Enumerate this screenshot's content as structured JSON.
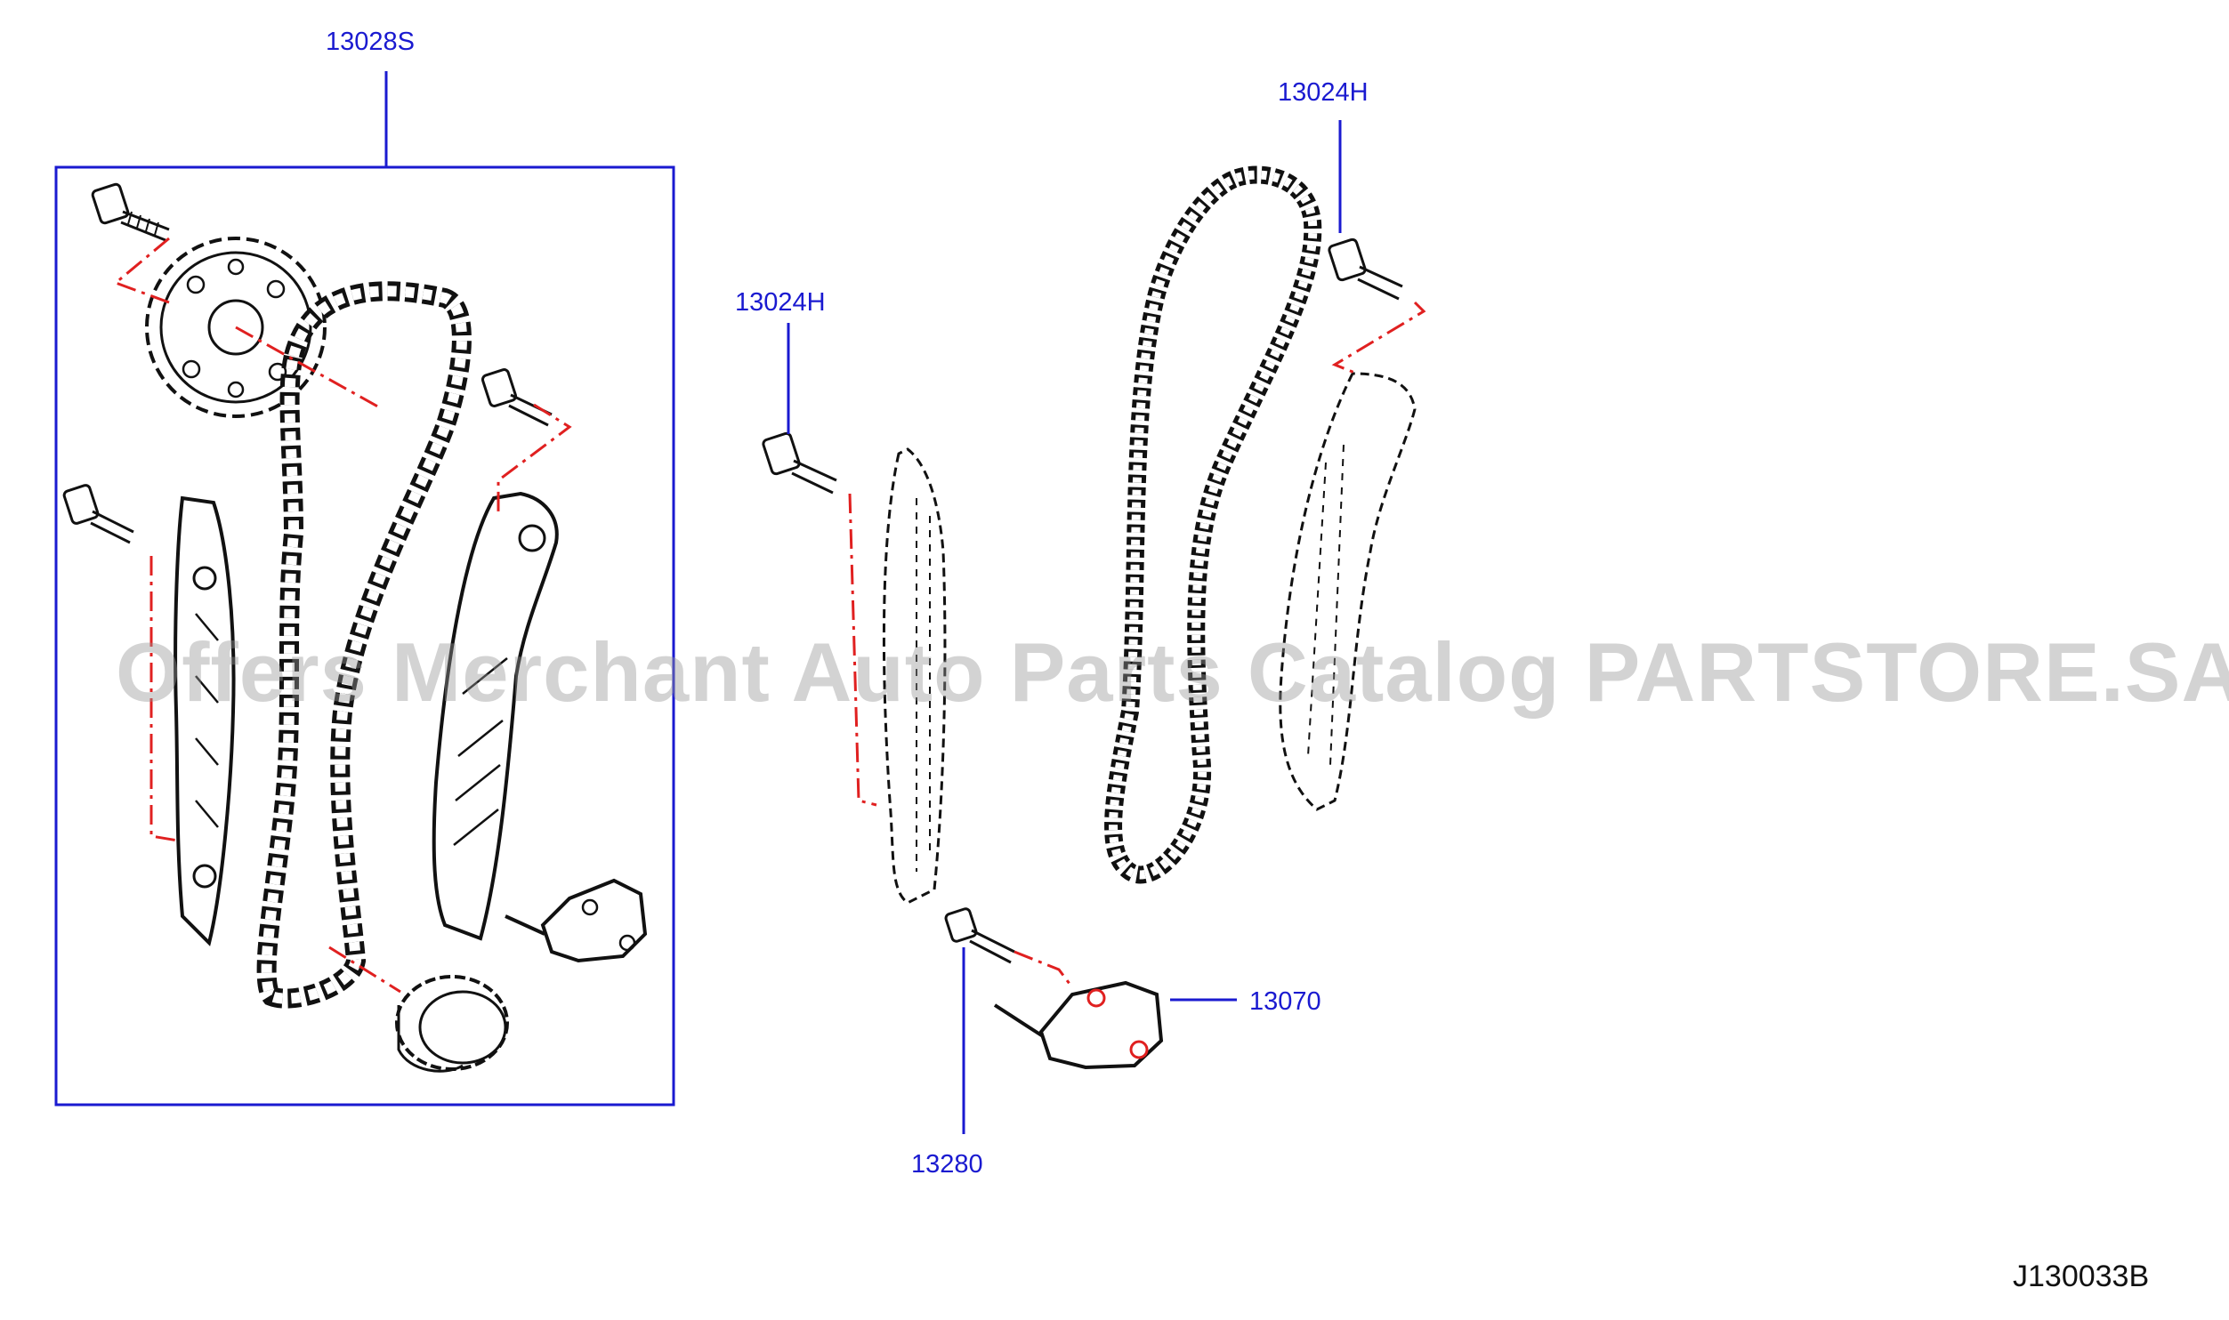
{
  "callouts": {
    "kit": "13028S",
    "guide_bolt_top": "13024H",
    "guide_bolt_left": "13024H",
    "tensioner": "13070",
    "tensioner_bolt": "13280"
  },
  "diagram_code": "J130033B",
  "watermark": "Offers Merchant Auto Parts Catalog PARTSTORE.SA",
  "colors": {
    "callout": "#1a1ad0",
    "leader": "#1a1ad0",
    "center_line": "#e02020",
    "part_outline": "#111111",
    "watermark": "#969696"
  }
}
